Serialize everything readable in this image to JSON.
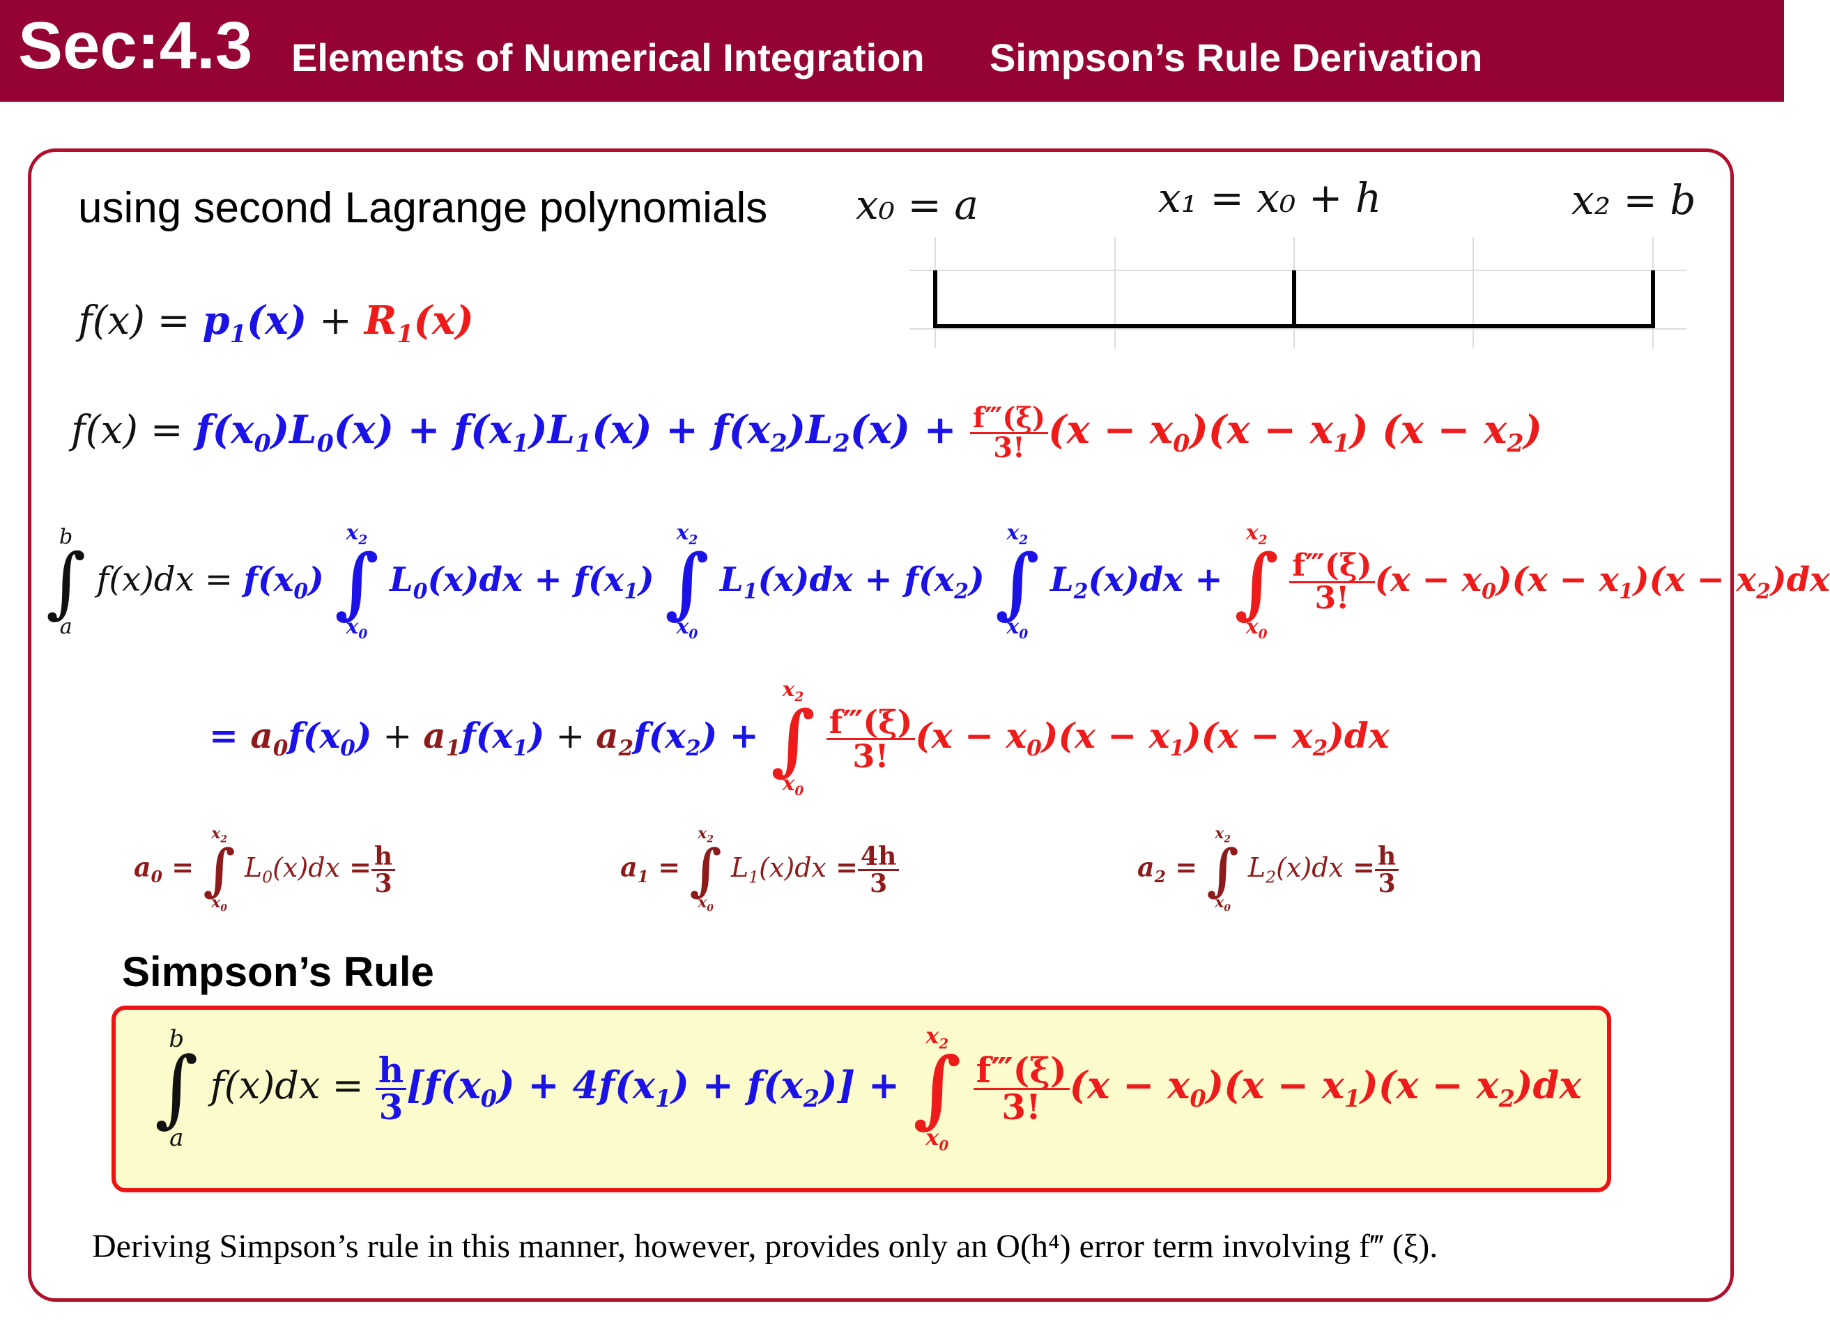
{
  "header": {
    "section": "Sec:4.3",
    "title": "Elements of Numerical Integration",
    "subtitle": "Simpson’s Rule Derivation"
  },
  "intro_text": "using second Lagrange polynomials",
  "diagram": {
    "labels": [
      "x₀ = a",
      "x₁ = x₀ + h",
      "x₂ = b"
    ]
  },
  "equations": {
    "eq1": "f(x) = p₁(x) + R₁(x)",
    "eq2": "f(x) = f(x₀)L₀(x) + f(x₁)L₁(x) + f(x₂)L₂(x) + f‴(ξ)/3! (x − x₀)(x − x₁)(x − x₂)",
    "eq3": "∫ₐᵇ f(x)dx = f(x₀)∫L₀(x)dx + f(x₁)∫L₁(x)dx + f(x₂)∫L₂(x)dx + ∫ f‴(ξ)/3! (x − x₀)(x − x₁)(x − x₂)dx",
    "eq4": "= a₀f(x₀) + a₁f(x₁) + a₂f(x₂) + ∫ f‴(ξ)/3! (x − x₀)(x − x₁)(x − x₂)dx",
    "coef_a0": "a₀ = ∫ L₀(x)dx = h/3",
    "coef_a1": "a₁ = ∫ L₁(x)dx = 4h/3",
    "coef_a2": "a₂ = ∫ L₂(x)dx = h/3"
  },
  "rule_title": "Simpson’s Rule",
  "rule_formula": "∫ₐᵇ f(x)dx = h/3 [f(x₀) + 4f(x₁) + f(x₂)] + ∫ f‴(ξ)/3! (x − x₀)(x − x₁)(x − x₂)dx",
  "footnote": "Deriving Simpson’s rule in this manner, however, provides only an O(h⁴) error term involving f‴ (ξ).",
  "colors": {
    "header_bg": "#950335",
    "frame": "#b0102c",
    "blue": "#1a12e6",
    "red": "#ee1b1b",
    "dark_red": "#8e1b1b",
    "box_bg": "#fbfbcc"
  }
}
